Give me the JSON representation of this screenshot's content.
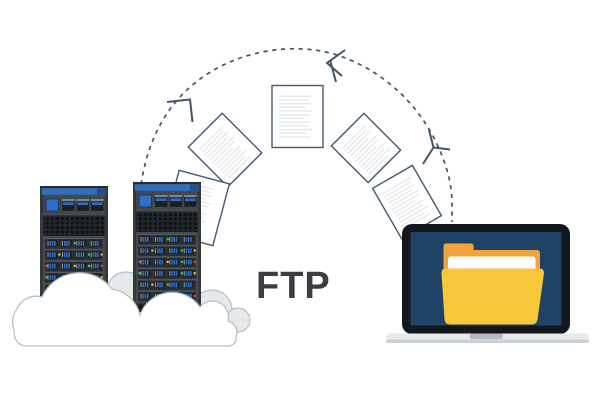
{
  "label": {
    "text": "FTP"
  },
  "scene": {
    "server_count": 2,
    "document_count": 5,
    "transfer_arrow_count": 3
  },
  "colors": {
    "accent_blue": "#2d6fc4",
    "accent_blue_dark": "#1e4f94",
    "server_body": "#474b50",
    "server_rail": "#34373b",
    "server_panel": "#43474c",
    "server_row": "#2c3034",
    "server_slot": "#1e2125",
    "row_highlight": "#565b61",
    "slat_light": "#949aa1",
    "module_body": "#202327",
    "module_cap": "#7e858c",
    "vent_bg": "#23262b",
    "vent_hole": "#0f1114",
    "led_green": "#3fd04a",
    "led_yellow": "#f2c21f",
    "led_red": "#e8452f",
    "doc_border": "#465a6e",
    "doc_line": "#e6e9ec",
    "arc_color": "#42556a",
    "cloud_outline": "#b5c1cc",
    "cloud_gray": "#e7e8e9",
    "laptop_bezel": "#14171c",
    "laptop_screen": "#1e4366",
    "folder_orange": "#f1a43c",
    "folder_yellow": "#f8c73c",
    "laptop_base": "#e7eaec",
    "laptop_base_shadow": "#ccd1d5",
    "laptop_notch": "#b5bbc1",
    "text_dark": "#3a3d41"
  }
}
